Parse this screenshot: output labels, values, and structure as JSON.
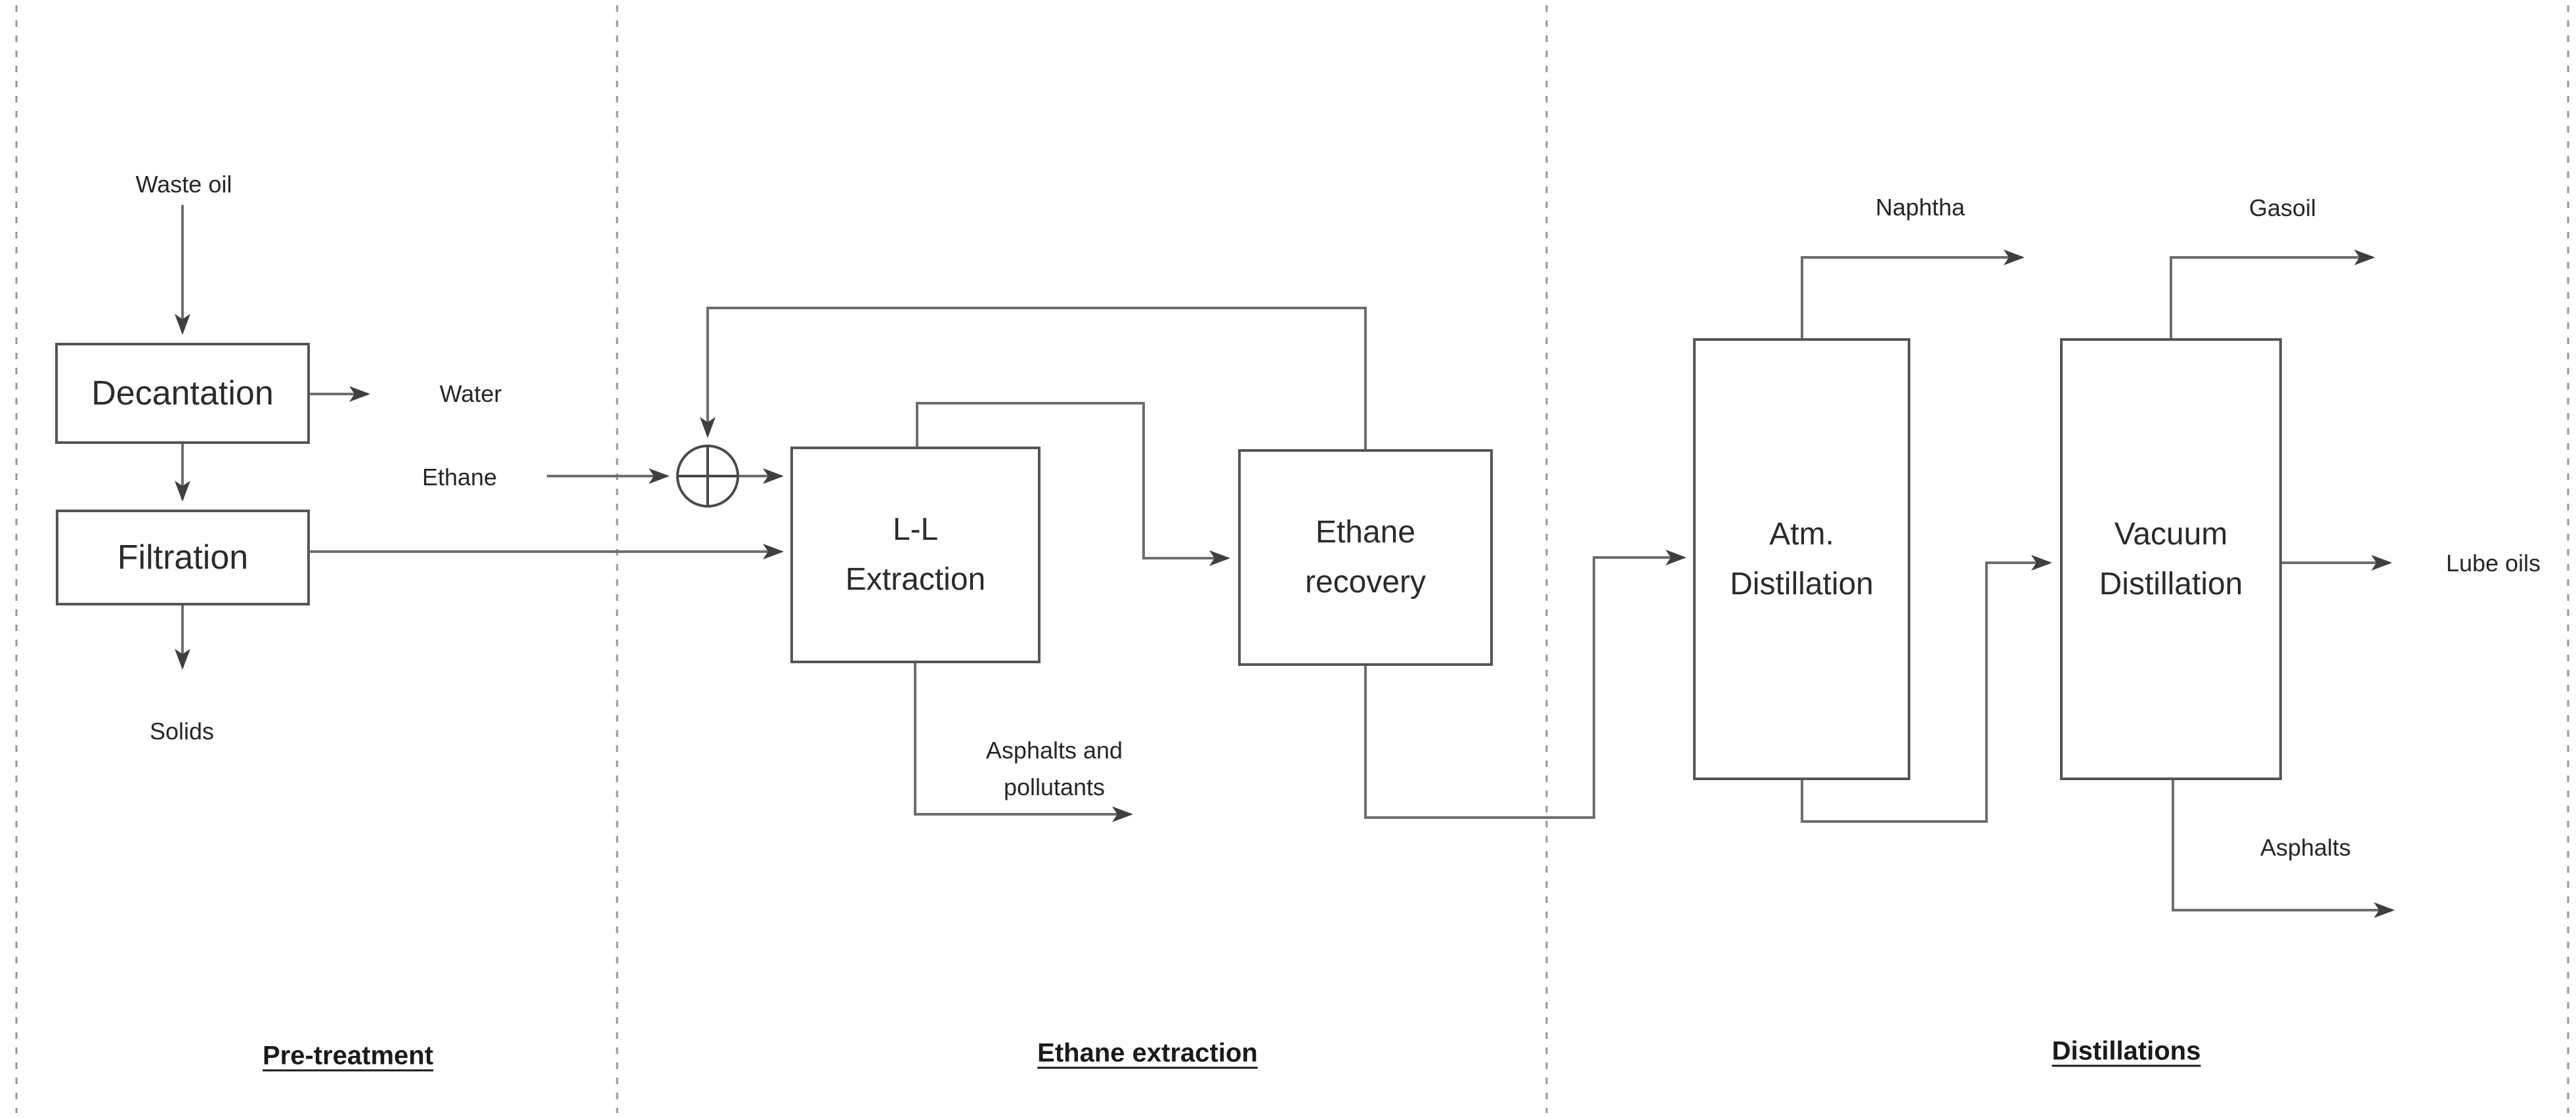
{
  "figure": {
    "type": "process-flow-diagram",
    "background": "#ffffff",
    "colors": {
      "line": "#6e6e6e",
      "arrowhead": "#3f3f3f",
      "box_border": "#555555",
      "box_fill": "#ffffff",
      "text": "#262626",
      "divider": "#969696"
    },
    "sections": [
      {
        "label": "Pre-treatment"
      },
      {
        "label": "Ethane extraction"
      },
      {
        "label": "Distillations"
      }
    ],
    "units": [
      {
        "label": "Decantation"
      },
      {
        "label": "Filtration"
      },
      {
        "label": "L-L Extraction"
      },
      {
        "label": "Ethane recovery"
      },
      {
        "label": "Atm. Distillation"
      },
      {
        "label": "Vacuum Distillation"
      }
    ],
    "streams": {
      "waste_oil": "Waste oil",
      "water": "Water",
      "ethane": "Ethane",
      "solids": "Solids",
      "asphalts_pollutants": "Asphalts and pollutants",
      "naphtha": "Naphtha",
      "gasoil": "Gasoil",
      "lube_oils": "Lube oils",
      "asphalts": "Asphalts"
    },
    "junctions": [
      {
        "type": "mixer",
        "symbol": "crossed-circle"
      }
    ]
  }
}
